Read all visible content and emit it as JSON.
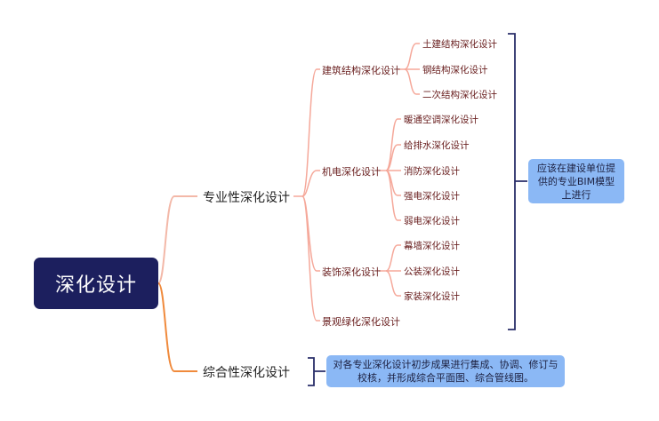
{
  "diagram": {
    "root": "深化设计",
    "branches": [
      {
        "label": "专业性深化设计",
        "children": [
          {
            "label": "建筑结构深化设计",
            "children": [
              "土建结构深化设计",
              "钢结构深化设计",
              "二次结构深化设计"
            ]
          },
          {
            "label": "机电深化设计",
            "children": [
              "暖通空调深化设计",
              "给排水深化设计",
              "消防深化设计",
              "强电深化设计",
              "弱电深化设计"
            ]
          },
          {
            "label": "装饰深化设计",
            "children": [
              "幕墙深化设计",
              "公装深化设计",
              "家装深化设计"
            ]
          },
          {
            "label": "景观绿化深化设计",
            "children": []
          }
        ],
        "note": "应该在建设单位提供的专业BIM模型上进行"
      },
      {
        "label": "综合性深化设计",
        "children": [],
        "note": "对各专业深化设计初步成果进行集成、协调、修订与校核，并形成综合平面图、综合管线图。"
      }
    ],
    "colors": {
      "root_fill": "#1c1f5e",
      "branch_top": "#f3b8a8",
      "branch_bottom": "#f08a3c",
      "sub_edges": "#f5a89a",
      "bracket": "#2a2f6a",
      "note_fill": "#8bb8f5"
    }
  }
}
